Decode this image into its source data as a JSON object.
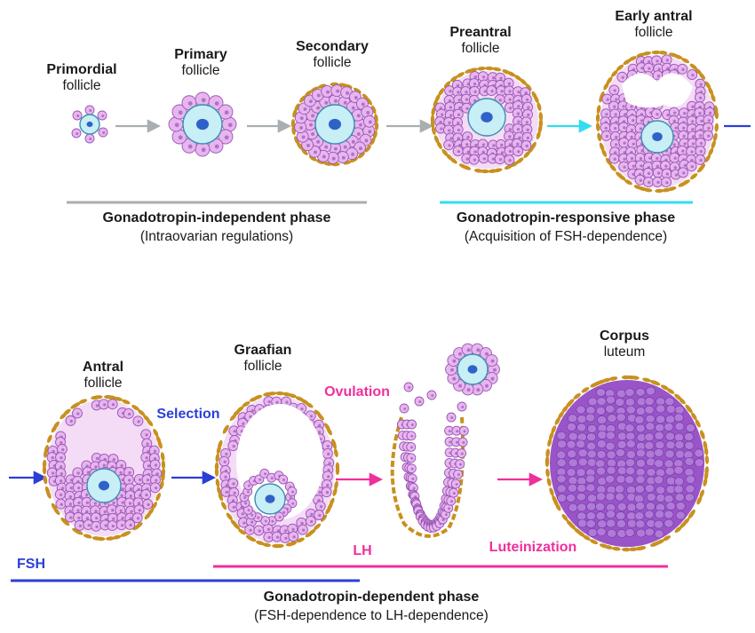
{
  "stages": {
    "primordial": {
      "title": "Primordial",
      "sub": "follicle"
    },
    "primary": {
      "title": "Primary",
      "sub": "follicle"
    },
    "secondary": {
      "title": "Secondary",
      "sub": "follicle"
    },
    "preantral": {
      "title": "Preantral",
      "sub": "follicle"
    },
    "early_antral": {
      "title": "Early antral",
      "sub": "follicle"
    },
    "antral": {
      "title": "Antral",
      "sub": "follicle"
    },
    "graafian": {
      "title": "Graafian",
      "sub": "follicle"
    },
    "corpus": {
      "title": "Corpus",
      "sub": "luteum"
    }
  },
  "phases": {
    "independent": {
      "title": "Gonadotropin-independent phase",
      "sub": "(Intraovarian regulations)"
    },
    "responsive": {
      "title": "Gonadotropin-responsive phase",
      "sub": "(Acquisition of FSH-dependence)"
    },
    "dependent": {
      "title": "Gonadotropin-dependent phase",
      "sub": "(FSH-dependence to LH-dependence)"
    }
  },
  "labels": {
    "selection": "Selection",
    "ovulation": "Ovulation",
    "fsh": "FSH",
    "lh": "LH",
    "luteinization": "Luteinization"
  },
  "colors": {
    "gray": "#a9aeb0",
    "cyan": "#33ddf0",
    "blue": "#2b3fd6",
    "pink": "#ef2f9c",
    "theca": "#c8911f",
    "granulosa_fill": "#e7b6ee",
    "granulosa_stroke": "#9a55b6",
    "oocyte_fill": "#c8eef6",
    "oocyte_stroke": "#3f8db0",
    "nucleus": "#2f62c8",
    "corpus_fill": "#9955c8"
  }
}
